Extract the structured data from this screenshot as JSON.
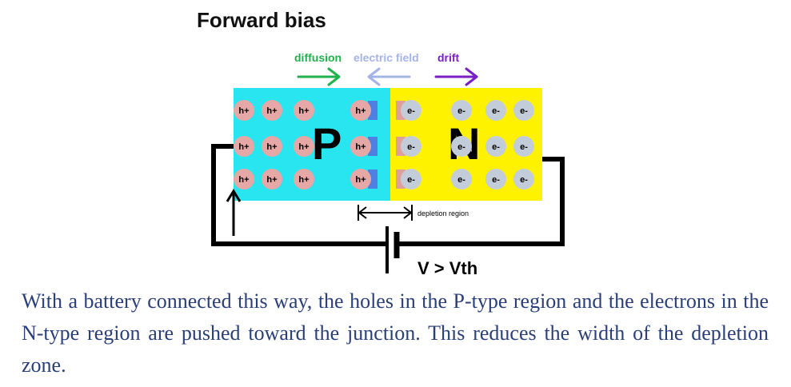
{
  "title": "Forward bias",
  "legend": {
    "diffusion": {
      "label": "diffusion",
      "color": "#22b24c"
    },
    "electric_field": {
      "label": "electric field",
      "color": "#a5b4e6"
    },
    "drift": {
      "label": "drift",
      "color": "#7a1fc4"
    }
  },
  "p_region": {
    "label": "P",
    "color": "#29e5ef",
    "carrier": "h+",
    "carrier_color": "#e6a7a7"
  },
  "n_region": {
    "label": "N",
    "color": "#fff200",
    "carrier": "e-",
    "carrier_color": "#c3ccd9"
  },
  "depletion_label": "depletion region",
  "battery_label": "V > Vth",
  "caption": "With a battery connected this way, the holes in the P-type region and the electrons in the N-type region are pushed toward the junction. This reduces the width of the depletion zone."
}
